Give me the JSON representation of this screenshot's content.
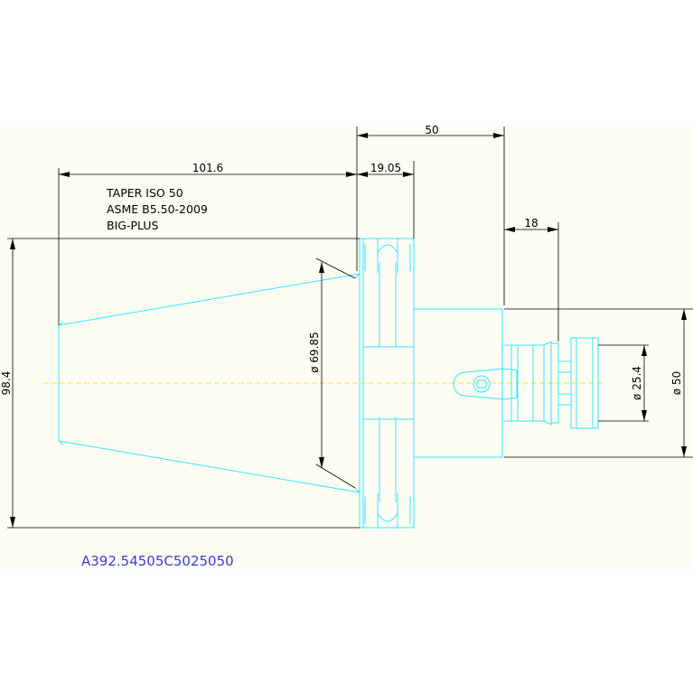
{
  "colors": {
    "background": "#ffffff",
    "drawing_area": "#fdfdf3",
    "part_outline": "#33e6ff",
    "dimension": "#000000",
    "centerline": "#e6e64d",
    "part_number": "#3b3bd6"
  },
  "dimensions": {
    "overall_length": "50",
    "taper_length": "101.6",
    "flange_width": "19.05",
    "nose_length": "18",
    "flange_height": "98.4",
    "gauge_diameter": "ø 69.85",
    "bore_diameter": "ø 25.4",
    "body_diameter": "ø 50"
  },
  "notes": {
    "line1": "TAPER ISO 50",
    "line2": "ASME B5.50-2009",
    "line3": "BIG-PLUS"
  },
  "part_number": "A392.54505C5025050"
}
